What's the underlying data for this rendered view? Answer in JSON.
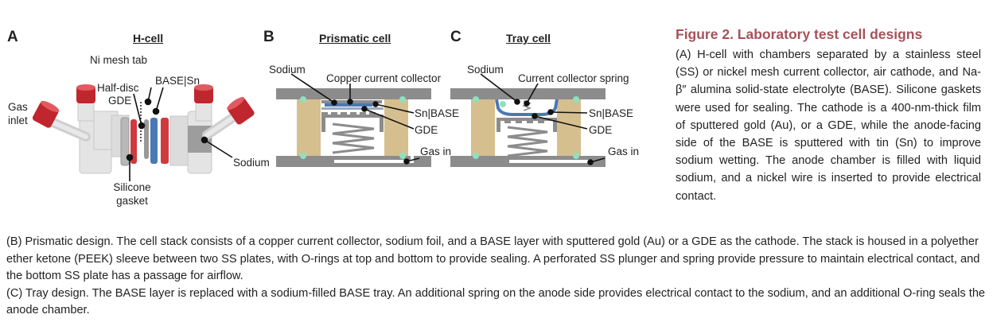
{
  "panels": {
    "a": {
      "letter": "A",
      "title": "H-cell",
      "labels": {
        "ni_mesh": "Ni mesh tab",
        "half_disc_1": "Half-disc",
        "half_disc_2": "GDE",
        "base_sn": "BASE|Sn",
        "gas_inlet_1": "Gas",
        "gas_inlet_2": "inlet",
        "sodium": "Sodium",
        "silicone_1": "Silicone",
        "silicone_2": "gasket"
      }
    },
    "b": {
      "letter": "B",
      "title": "Prismatic cell",
      "labels": {
        "sodium": "Sodium",
        "copper": "Copper current collector",
        "sn_base": "Sn|BASE",
        "gde": "GDE",
        "gas_in": "Gas in"
      }
    },
    "c": {
      "letter": "C",
      "title": "Tray cell",
      "labels": {
        "sodium": "Sodium",
        "spring": "Current collector spring",
        "sn_base": "Sn|BASE",
        "gde": "GDE",
        "gas_in": "Gas in"
      }
    }
  },
  "colors": {
    "cap_red": "#c0262d",
    "glass": "#e4e4e4",
    "gray_plate": "#8c8c8c",
    "peek_tan": "#d6bf8f",
    "oring_green": "#8ee0c0",
    "base_blue": "#4a78b4",
    "title_red": "#a5525a"
  },
  "caption": {
    "title": "Figure 2.  Laboratory test cell designs",
    "a_text": "(A) H-cell with chambers separated by a stainless steel (SS) or nickel mesh current collector, air cathode, and Na-β″ alumina solid-state electrolyte (BASE). Silicone gaskets were used for sealing. The cathode is a 400-nm-thick film of sputtered gold (Au), or a GDE, while the anode-facing side of the BASE is sputtered with tin (Sn) to improve sodium wetting. The anode chamber is filled with liquid sodium, and a nickel wire is inserted to provide electrical contact.",
    "b_text": "(B) Prismatic design. The cell stack consists of a copper current collector, sodium foil, and a BASE layer with sputtered gold (Au) or a GDE as the cathode. The stack is housed in a polyether ether ketone (PEEK) sleeve between two SS plates, with O-rings at top and bottom to provide sealing. A perforated SS plunger and spring provide pressure to maintain electrical contact, and the bottom SS plate has a passage for airflow.",
    "c_text": "(C) Tray design. The BASE layer is replaced with a sodium-filled BASE tray. An additional spring on the anode side provides electrical contact to the sodium, and an additional O-ring seals the anode chamber."
  }
}
